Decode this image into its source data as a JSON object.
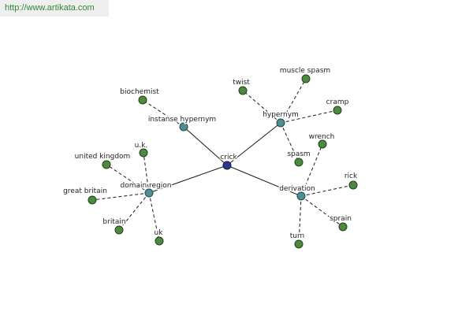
{
  "header": {
    "url": "http://www.artikata.com"
  },
  "graph": {
    "center": {
      "id": "crick",
      "label": "crick"
    },
    "relations": [
      {
        "id": "instance-hypernym",
        "label": "instanse hypernym",
        "leaves": [
          {
            "id": "biochemist",
            "label": "biochemist"
          }
        ]
      },
      {
        "id": "hypernym",
        "label": "hypernym",
        "leaves": [
          {
            "id": "twist",
            "label": "twist"
          },
          {
            "id": "muscle-spasm",
            "label": "muscle spasm"
          },
          {
            "id": "cramp",
            "label": "cramp"
          },
          {
            "id": "spasm",
            "label": "spasm"
          }
        ]
      },
      {
        "id": "domain-region",
        "label": "domain region",
        "leaves": [
          {
            "id": "uk-dotted",
            "label": "u.k."
          },
          {
            "id": "united-kingdom",
            "label": "united kingdom"
          },
          {
            "id": "great-britain",
            "label": "great britain"
          },
          {
            "id": "britain",
            "label": "britain"
          },
          {
            "id": "uk",
            "label": "uk"
          }
        ]
      },
      {
        "id": "derivation",
        "label": "derivation",
        "leaves": [
          {
            "id": "wrench",
            "label": "wrench"
          },
          {
            "id": "rick",
            "label": "rick"
          },
          {
            "id": "sprain",
            "label": "sprain"
          },
          {
            "id": "turn",
            "label": "turn"
          }
        ]
      }
    ]
  },
  "colors": {
    "center_node": "#2a3a8a",
    "relation_node": "#4e8f93",
    "leaf_node": "#4d8a3e",
    "url_text": "#2f8a2f"
  }
}
